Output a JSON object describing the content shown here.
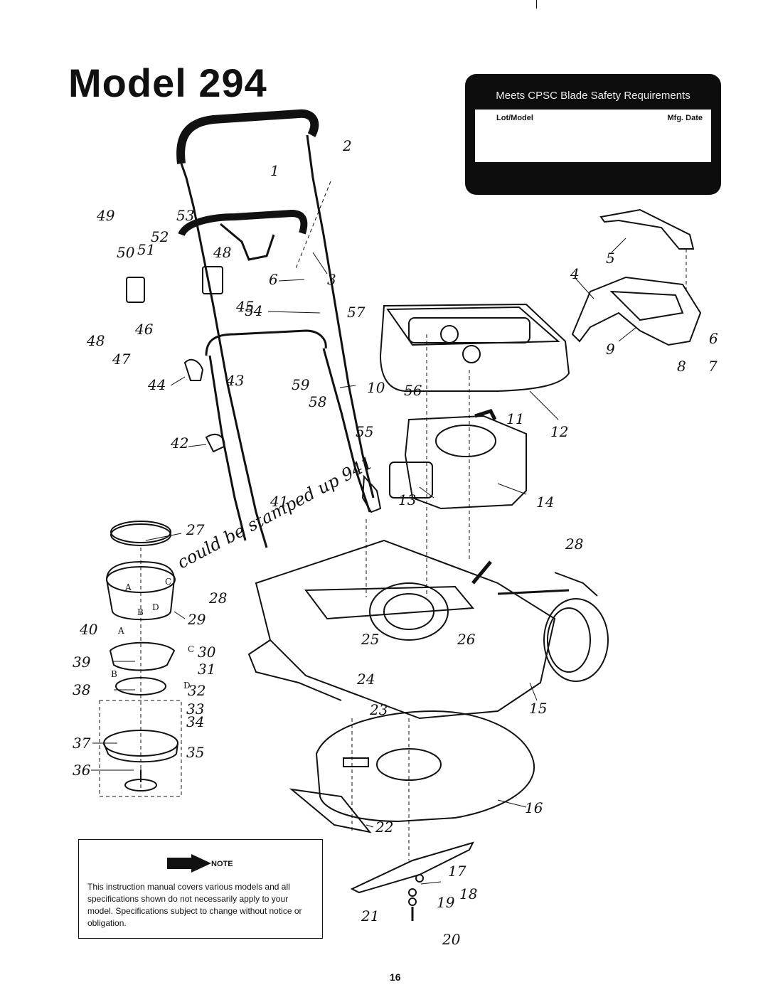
{
  "title": "Model 294",
  "label_plate": {
    "heading": "Meets CPSC Blade Safety Requirements",
    "col_left": "Lot/Model",
    "col_right": "Mfg. Date"
  },
  "note": {
    "heading": "NOTE",
    "text": "This instruction manual covers various models and all specifications shown do not necessarily apply to your model. Specifications subject to change without notice or obligation."
  },
  "handwritten": "could be stamped up 941",
  "hub_letters": [
    "A",
    "B",
    "C",
    "D"
  ],
  "part_numbers": [
    "1",
    "2",
    "3",
    "4",
    "5",
    "6",
    "7",
    "8",
    "9",
    "10",
    "11",
    "12",
    "13",
    "14",
    "15",
    "16",
    "17",
    "18",
    "19",
    "20",
    "21",
    "22",
    "23",
    "24",
    "25",
    "26",
    "27",
    "28",
    "29",
    "30",
    "31",
    "32",
    "33",
    "34",
    "35",
    "36",
    "37",
    "38",
    "39",
    "40",
    "41",
    "42",
    "43",
    "44",
    "45",
    "46",
    "47",
    "48",
    "49",
    "50",
    "51",
    "52",
    "53",
    "54",
    "55",
    "56",
    "57",
    "58",
    "59"
  ],
  "page_number": "16"
}
